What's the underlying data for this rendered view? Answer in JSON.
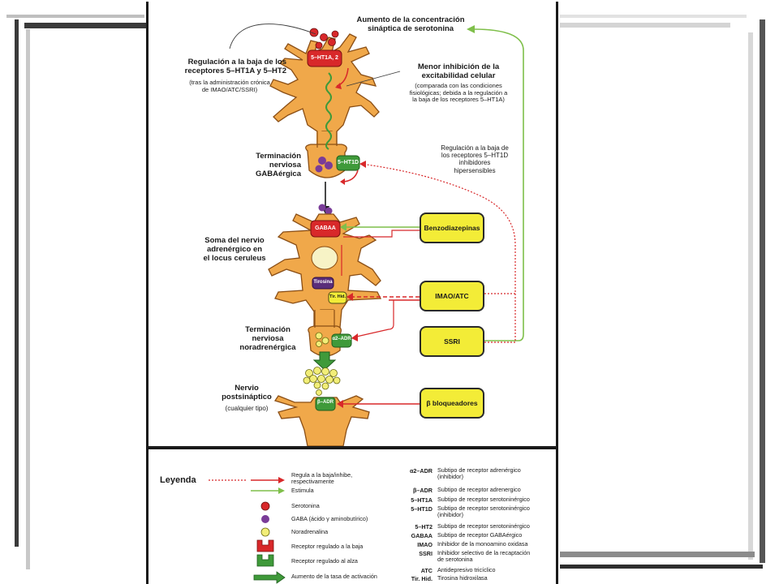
{
  "diagram": {
    "serotonin_increase": "Aumento de la concentración\nsináptica de serotonina",
    "downregulation": "Regulación a la baja de los\nreceptores 5–HT1A y 5–HT2",
    "downregulation_note": "(tras la administración crónica\nde IMAO/ATC/SSRI)",
    "less_inhibition": "Menor inhibición de la\nexcitabilidad celular",
    "less_inhibition_note": "(comparada con las condiciones\nfisiológicas; debida a la regulación a\nla baja de los receptores 5–HT1A)",
    "downreg_1d": "Regulación a la baja de\nlos receptores 5–HT1D\ninhibidores\nhipersensibles",
    "gaba_terminal": "Terminación\nnerviosa\nGABAérgica",
    "soma": "Soma del nervio\nadrenérgico en\nel locus ceruleus",
    "nor_terminal": "Terminación\nnerviosa\nnoradrenérgica",
    "postsynaptic": "Nervio\npostsináptico",
    "postsynaptic_note": "(cualquier tipo)",
    "receptors": {
      "ht1a2": "5–HT1A, 2",
      "ht1d": "5–HT1D",
      "gaba": "GABAA",
      "tirosina": "Tirosina",
      "tirhid": "Tir. Hid.",
      "a2adr": "α2–ADR",
      "badr": "β–ADR"
    },
    "drugs": {
      "benzo": "Benzodiazepinas",
      "imao": "IMAO/ATC",
      "ssri": "SSRI",
      "beta": "β bloqueadores"
    }
  },
  "legend": {
    "title": "Leyenda",
    "items": [
      "Regula a la baja/inhibe,\nrespectivamente",
      "Estimula",
      "Serotonina",
      "GABA (ácido γ aminobutírico)",
      "Noradrenalina",
      "Receptor regulado a la baja",
      "Receptor regulado al alza",
      "Aumento de la tasa de activación"
    ],
    "abbr": [
      {
        "k": "α2–ADR",
        "v": "Subtipo de receptor adrenérgico\n(inhibidor)"
      },
      {
        "k": "β–ADR",
        "v": "Subtipo de receptor adrenergico"
      },
      {
        "k": "5–HT1A",
        "v": "Subtipo de receptor serotoninérgico"
      },
      {
        "k": "5–HT1D",
        "v": "Subtipo de receptor serotoninérgico\n(inhibidor)"
      },
      {
        "k": "5–HT2",
        "v": "Subtipo de receptor serotoninérgico"
      },
      {
        "k": "GABAA",
        "v": "Subtipo de receptor GABAérgico"
      },
      {
        "k": "IMAO",
        "v": "Inhibidor de la monoamino oxidasa"
      },
      {
        "k": "SSRI",
        "v": "Inhibidor selectivo de la recaptación\nde serotonina"
      },
      {
        "k": "ATC",
        "v": "Antidepresivo tricíclico"
      },
      {
        "k": "Tir. Hid.",
        "v": "Tirosina hidroxilasa"
      }
    ]
  },
  "colors": {
    "neuron": "#f0a84a",
    "red": "#d8282a",
    "green": "#3f9a3a",
    "drug": "#f3ec37",
    "gaba": "#7a3c98",
    "nor": "#f2ee78"
  }
}
